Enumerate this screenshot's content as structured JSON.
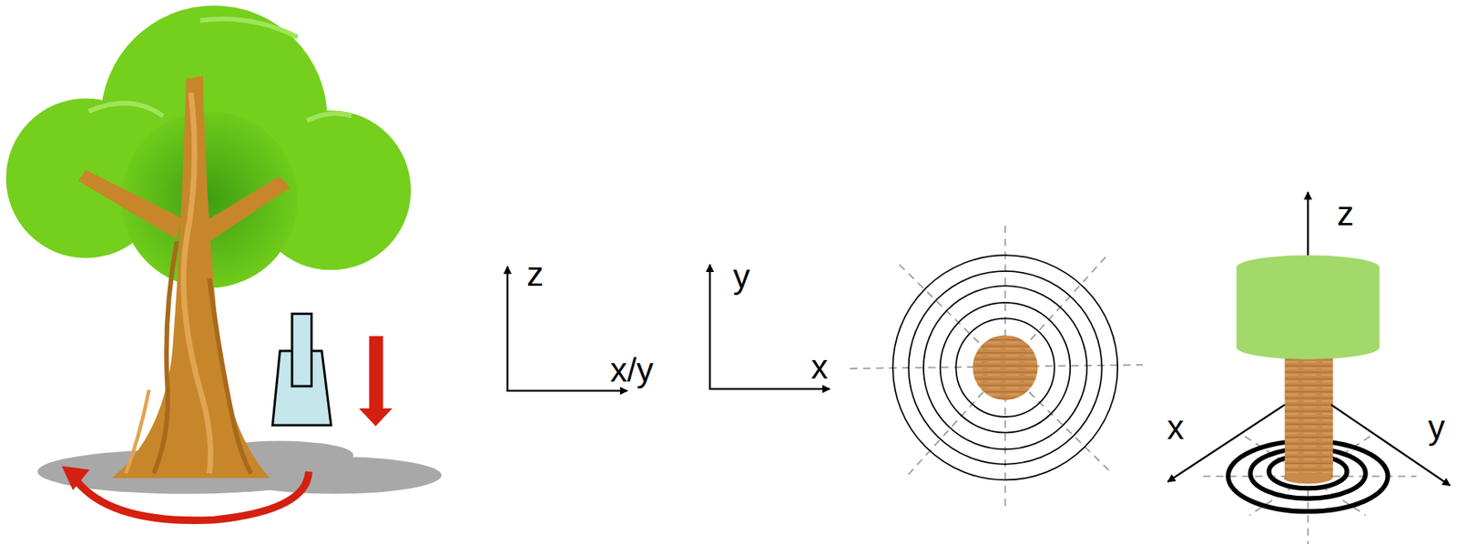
{
  "diagram": {
    "labels": [
      "z",
      "x/y",
      "y",
      "x",
      "z",
      "x",
      "y"
    ]
  }
}
